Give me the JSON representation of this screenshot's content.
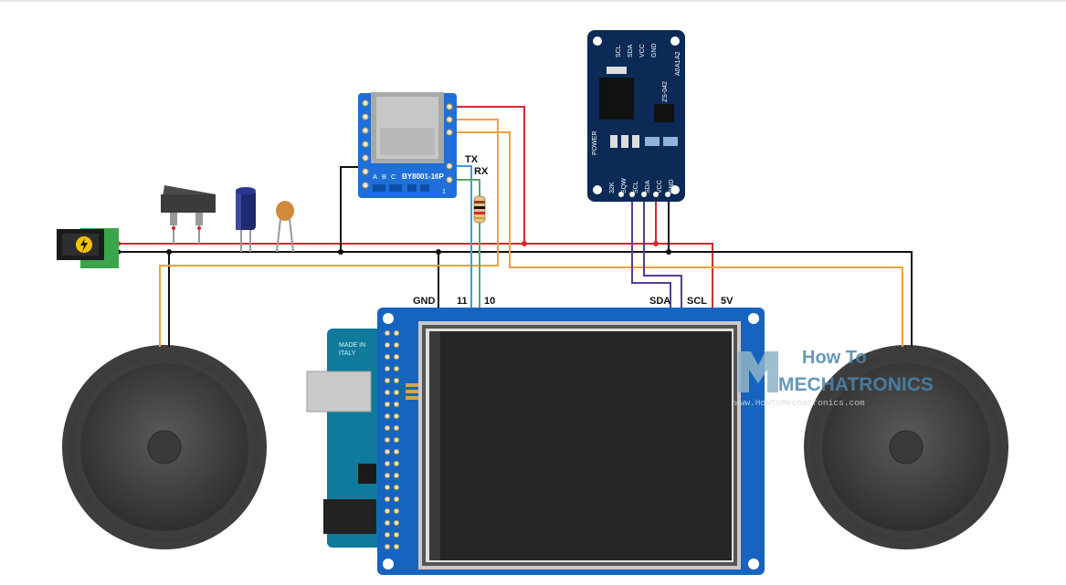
{
  "labels": {
    "tx": "TX",
    "rx": "RX",
    "gnd": "GND",
    "pin11": "11",
    "pin10": "10",
    "sda": "SDA",
    "scl": "SCL",
    "v5": "5V"
  },
  "mp3_module": {
    "name": "BY8001-16P",
    "abc": [
      "A",
      "B",
      "C"
    ],
    "one": "1"
  },
  "rtc_module": {
    "name": "ZS-042",
    "power": "POWER",
    "top_pins": [
      "SCL",
      "SDA",
      "VCC",
      "GND"
    ],
    "addr": [
      "A0",
      "A1",
      "A2"
    ],
    "bottom_pins": [
      "32K",
      "SQW",
      "SCL",
      "SDA",
      "VCC",
      "GND"
    ]
  },
  "arduino": {
    "made_in": "MADE IN",
    "country": "ITALY"
  },
  "watermark": {
    "how_to": "How To",
    "mechatronics": "MECHATRONICS",
    "url": "www.HowToMechatronics.com"
  },
  "colors": {
    "red": "#d42a2a",
    "black": "#111111",
    "orange": "#f0a13a",
    "blue": "#3a9be0",
    "green": "#5aa85a",
    "purple": "#5a3a9a",
    "pcb_blue": "#1565c0",
    "rtc_navy": "#0b2a55"
  }
}
